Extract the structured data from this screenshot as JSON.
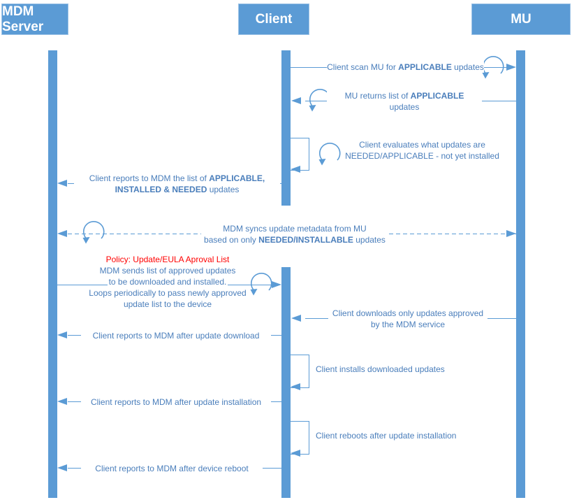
{
  "colors": {
    "accent": "#5b9bd5",
    "message_text": "#4a7ebb",
    "policy_title_red": "#ff0000",
    "actor_text": "#ffffff"
  },
  "icons": {
    "loop": "circular-loop-arrow"
  },
  "actors": {
    "mdm": "MDM Server",
    "client": "Client",
    "mu": "MU"
  },
  "messages": {
    "scan": {
      "pre": "Client scan MU for ",
      "em": "APPLICABLE",
      "post": " updates"
    },
    "mu_returns": {
      "l1_pre": "MU returns list of ",
      "l1_em": "APPLICABLE",
      "l2": "updates"
    },
    "evaluate": {
      "l1": "Client evaluates what updates are",
      "l2": "NEEDED/APPLICABLE - not yet installed"
    },
    "report_list": {
      "l1_pre": "Client reports to MDM the list of ",
      "l1_em": "APPLICABLE,",
      "l2_em": "INSTALLED & NEEDED",
      "l2_post": " updates"
    },
    "sync": {
      "l1": "MDM syncs update metadata from MU",
      "l2_pre": "based on only ",
      "l2_em": "NEEDED/INSTALLABLE",
      "l2_post": " updates"
    },
    "policy": {
      "title": "Policy: Update/EULA Aproval List",
      "l1": "MDM sends list of approved updates",
      "l2": "to be downloaded and installed.",
      "l3": "Loops periodically to pass newly approved",
      "l4": "update list to the device"
    },
    "download": {
      "l1": "Client downloads only updates approved",
      "l2": "by the MDM service"
    },
    "report_download": {
      "text": "Client reports to MDM after update download"
    },
    "install": {
      "text": "Client installs downloaded updates"
    },
    "report_install": {
      "text": "Client reports to MDM after update installation"
    },
    "reboot": {
      "text": "Client reboots after update installation"
    },
    "report_reboot": {
      "text": "Client reports to MDM after device reboot"
    }
  }
}
